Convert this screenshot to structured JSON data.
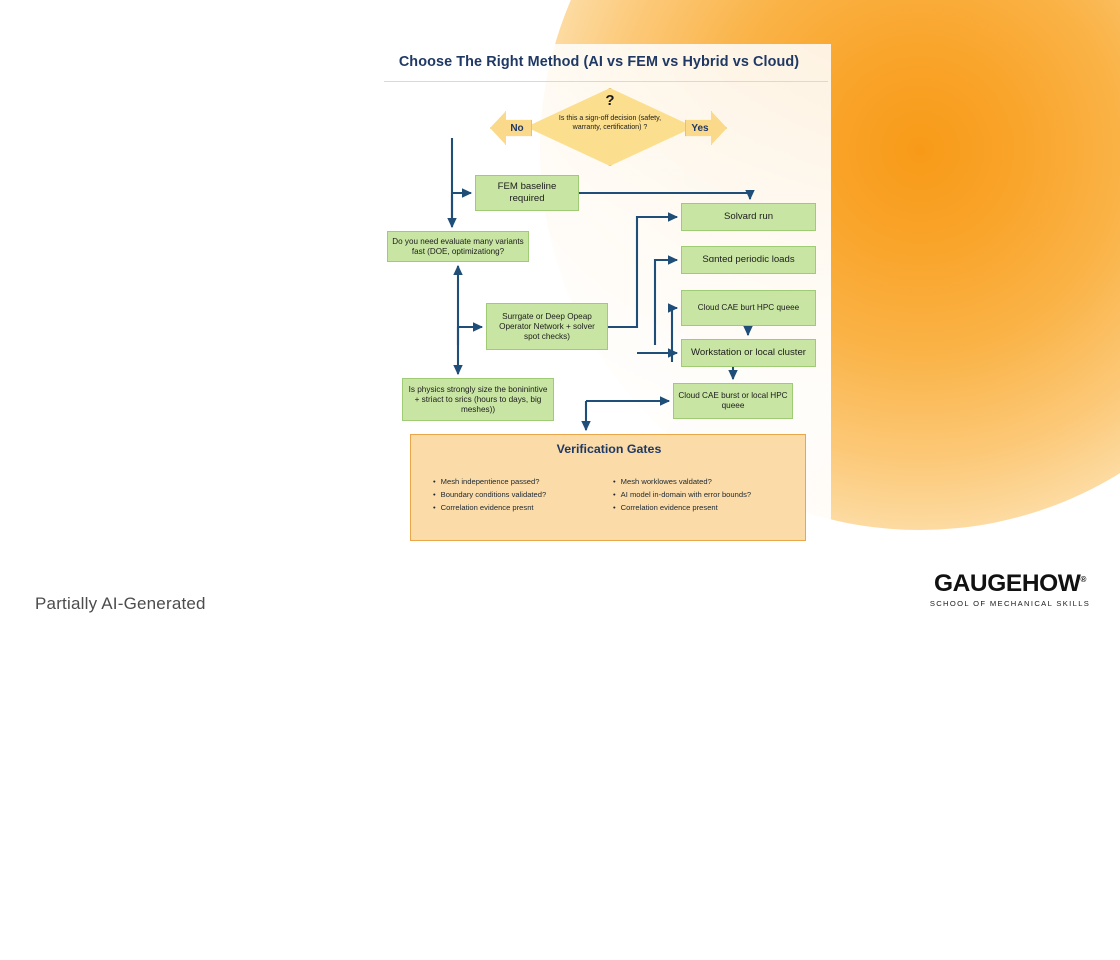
{
  "slide": {
    "title": "Choose The Right Method (AI vs FEM vs Hybrid vs Cloud)",
    "ai_note": "Partially AI-Generated"
  },
  "decision": {
    "marker": "?",
    "question": "Is this a sign-off decision (safety, warranty, certification) ?",
    "no_label": "No",
    "yes_label": "Yes"
  },
  "nodes": {
    "fem_baseline": "FEM baseline required",
    "variants": "Do you need evaluate many variants fast (DOE, optimizationg?",
    "surrogate": "Surrgate or Deep Opeap Operator Network + solver spot checks)",
    "physics": "Is physics strongly size the boninintive + striact to srics (hours to days, big meshes))",
    "solvard_run": "Solvard run",
    "periodic_loads": "Sɑnted periodic loads",
    "cloud_cae_hpc": "Cloud CAE burt HPC queee",
    "workstation": "Workstation or local cluster",
    "cloud_burst": "Cloud CAE burst or local HPC queee"
  },
  "gates": {
    "title": "Verification Gates",
    "left_items": [
      "Mesh indepentience passed?",
      "Boundary conditions validated?",
      "Correlation evidence presnt"
    ],
    "right_items": [
      "Mesh worklowes valdated?",
      "AI model in-domain with error bounds?",
      "Correlation evidence present"
    ]
  },
  "logo": {
    "word": "GAUGEHOW",
    "registered": "®",
    "subtitle": "SCHOOL OF MECHANICAL SKILLS"
  },
  "colors": {
    "title_navy": "#1f3864",
    "green_fill": "#c9e5a4",
    "green_border": "#9ecb74",
    "diamond_fill": "#fbdf8e",
    "gates_fill": "#fbdca8",
    "gates_border": "#e9a74a",
    "connector": "#1f4e79",
    "accent_orange": "#f89a18"
  }
}
